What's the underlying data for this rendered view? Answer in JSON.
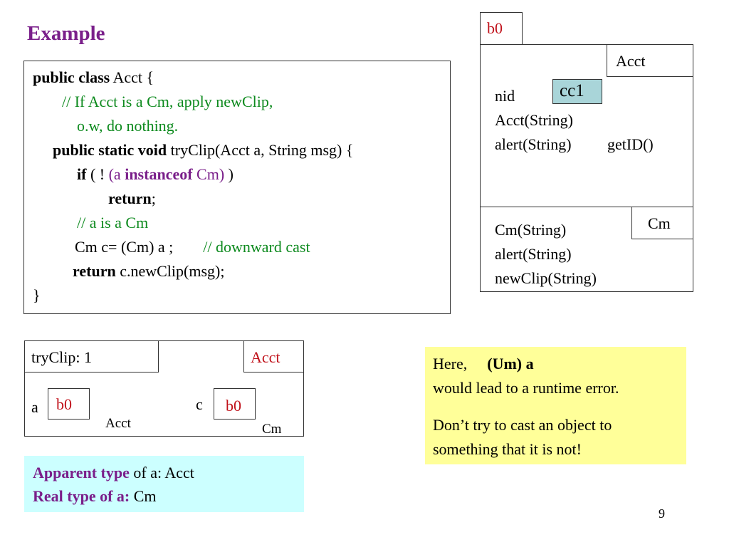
{
  "slide": {
    "title": "Example",
    "page_number": "9"
  },
  "code": {
    "l1_kw": "public class",
    "l1_rest": " Acct {",
    "l2_comment": "// If Acct is a Cm, apply newClip,",
    "l3_comment": "o.w, do nothing.",
    "l4_kw": "public static void",
    "l4_rest": " tryClip(Acct a, String msg) {",
    "l5_kw": "if",
    "l5_mid": " ( ! ",
    "l5_p1": "(a ",
    "l5_kw2": "instanceof",
    "l5_p2": " Cm)",
    "l5_end": "  )",
    "l6_kw": "return",
    "l6_end": ";",
    "l7_comment": "// a is a Cm",
    "l8_code": "Cm c= (Cm) a ;",
    "l8_comment": "// downward cast",
    "l9_kw": "return",
    "l9_rest": " c.newClip(msg);",
    "l10": "}"
  },
  "object": {
    "id": "b0",
    "class_label": "Acct",
    "subclass_label": "Cm",
    "field_name": "nid",
    "field_value": "cc1",
    "acct_methods": [
      "Acct(String)",
      "alert(String)",
      "getID()"
    ],
    "cm_methods": [
      "Cm(String)",
      "alert(String)",
      "newClip(String)"
    ]
  },
  "frame": {
    "name": "tryClip: 1",
    "class_label": "Acct",
    "var_a": {
      "name": "a",
      "value": "b0",
      "type": "Acct"
    },
    "var_c": {
      "name": "c",
      "value": "b0",
      "type": "Cm"
    }
  },
  "notes": {
    "yellow_here": "Here,",
    "yellow_expr": "(Um) a",
    "yellow_line2": "would lead to a runtime error.",
    "yellow_line3": "Don’t try to cast an object to",
    "yellow_line4": "something that it is not!",
    "cyan_label1": "Apparent type",
    "cyan_rest1": " of a: Acct",
    "cyan_label2": "Real type of a:",
    "cyan_rest2": " Cm"
  },
  "colors": {
    "title_purple": "#7a1f8a",
    "comment_green": "#0d8a1e",
    "object_id_red": "#c0111a",
    "field_highlight": "#a9d5d9",
    "note_yellow": "#ffff99",
    "note_cyan": "#ccffff"
  }
}
